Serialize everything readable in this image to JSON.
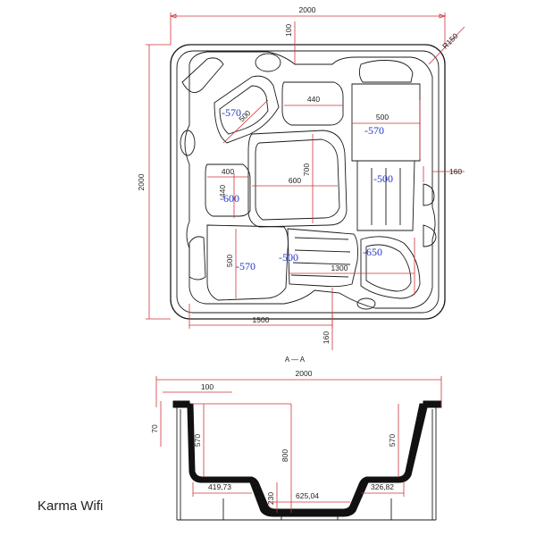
{
  "title": "Karma Wifi",
  "section_label": "A — A",
  "plan": {
    "dims": {
      "overall_width": "2000",
      "overall_height": "2000",
      "corner_radius": "R150",
      "top_offset": "100",
      "dim_440_top": "440",
      "dim_500_right": "500",
      "dim_500_diag": "500",
      "dim_400": "400",
      "dim_440_left": "440",
      "dim_600": "600",
      "dim_700": "700",
      "dim_160_right": "160",
      "dim_500_left": "500",
      "dim_1300": "1300",
      "dim_1500": "1500",
      "dim_160_bottom": "160"
    },
    "depths": {
      "seat_a": "-570",
      "seat_b": "-570",
      "seat_c": "-600",
      "seat_d": "-500",
      "seat_e": "-570",
      "seat_f": "-500",
      "seat_g": "-650"
    }
  },
  "section": {
    "dims": {
      "overall_width": "2000",
      "rim": "100",
      "lip": "70",
      "left_depth": "570",
      "right_depth": "570",
      "total_depth": "800",
      "footwell": "230",
      "left_seat": "419,73",
      "center": "625,04",
      "right_seat": "326,82"
    }
  }
}
